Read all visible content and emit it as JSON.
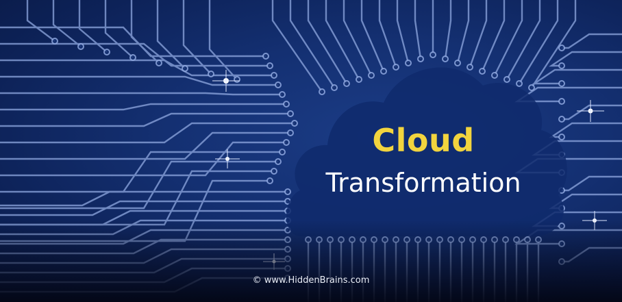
{
  "banner": {
    "title_primary": "Cloud",
    "title_secondary": "Transformation",
    "copyright": "© www.HiddenBrains.com"
  },
  "colors": {
    "background": "#143072",
    "circuit_line": "#8fa8e0",
    "title_primary": "#f2d43e",
    "title_secondary": "#ffffff"
  }
}
